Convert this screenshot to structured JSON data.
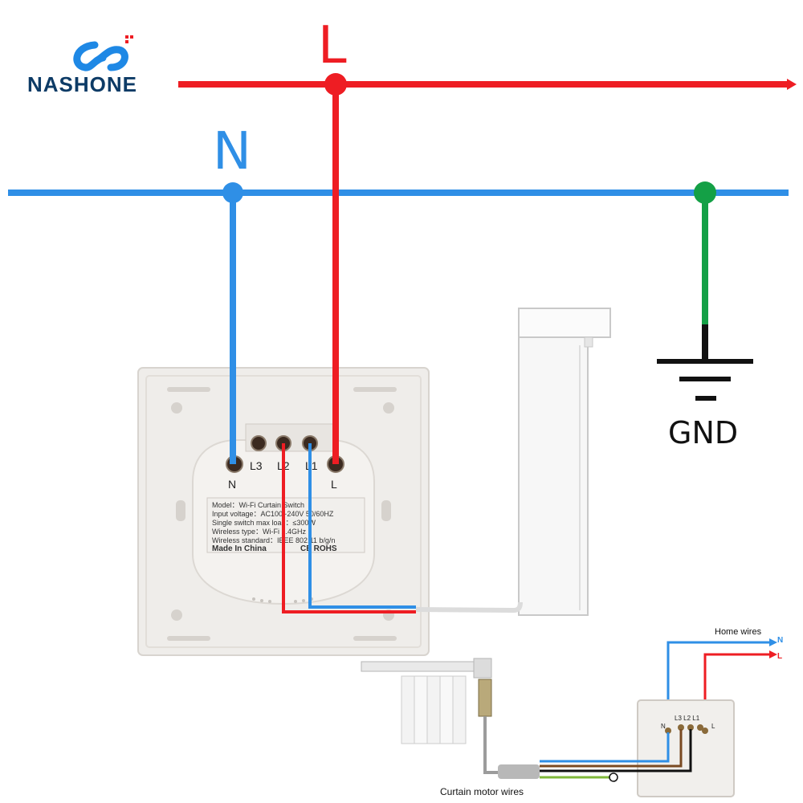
{
  "brand": {
    "name": "NASHONE",
    "accent": "#1e88e5",
    "dark": "#0d3b66"
  },
  "colors": {
    "live": "#ee1d23",
    "neutral": "#2f8fe6",
    "ground": "#14a046",
    "panel": "#efedea"
  },
  "main_labels": {
    "live": "L",
    "neutral": "N",
    "ground": "GND"
  },
  "terminals": {
    "n": "N",
    "l3": "L3",
    "l2": "L2",
    "l1": "L1",
    "l": "L"
  },
  "product_label": {
    "model": "Model：Wi-Fi Curtain Switch",
    "input_voltage": "Input voltage：AC100~240V 50/60HZ",
    "max_load": "Single switch max load：≤300W",
    "wireless_type": "Wireless type：Wi-Fi 2.4GHz",
    "wireless_standard": "Wireless standard：IEEE 802.11 b/g/n",
    "made_in": "Made In China",
    "certs": "CE ROHS"
  },
  "inset": {
    "home_wires": "Home wires",
    "n": "N",
    "l": "L",
    "terminals": "L3 L2 L1",
    "tn": "N",
    "tl": "L",
    "motor_wires": "Curtain motor wires"
  }
}
